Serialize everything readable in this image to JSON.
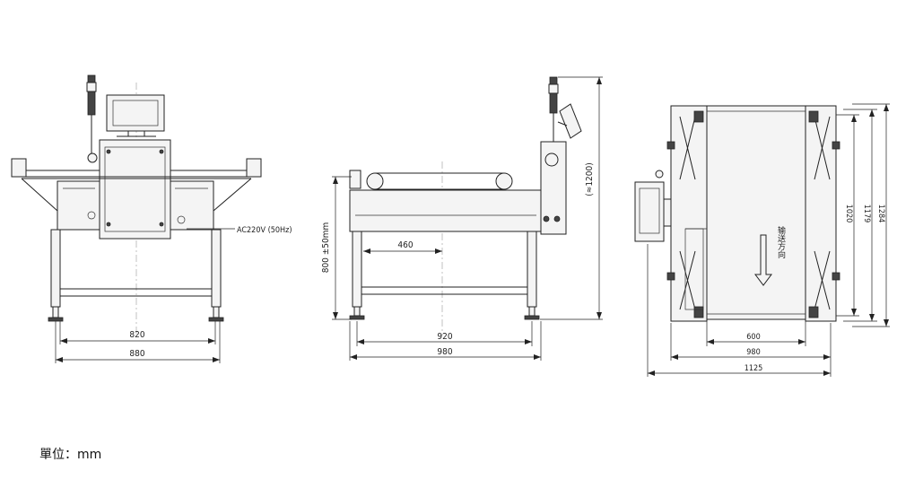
{
  "front_view": {
    "power_note": "AC220V (50Hz)",
    "dim_inner_width": "820",
    "dim_outer_width": "880"
  },
  "side_view": {
    "dim_height": "800 ±50mm",
    "dim_offset": "460",
    "dim_total_height": "(≈1200)",
    "dim_inner_width": "920",
    "dim_outer_width": "980"
  },
  "top_view": {
    "dim_belt_width": "600",
    "dim_frame_width": "980",
    "dim_total_width": "1125",
    "dim_width_1": "1020",
    "dim_width_2": "1179",
    "dim_width_3": "1284",
    "flow_label": "输送方向"
  },
  "footer": {
    "unit_label": "單位：mm"
  }
}
